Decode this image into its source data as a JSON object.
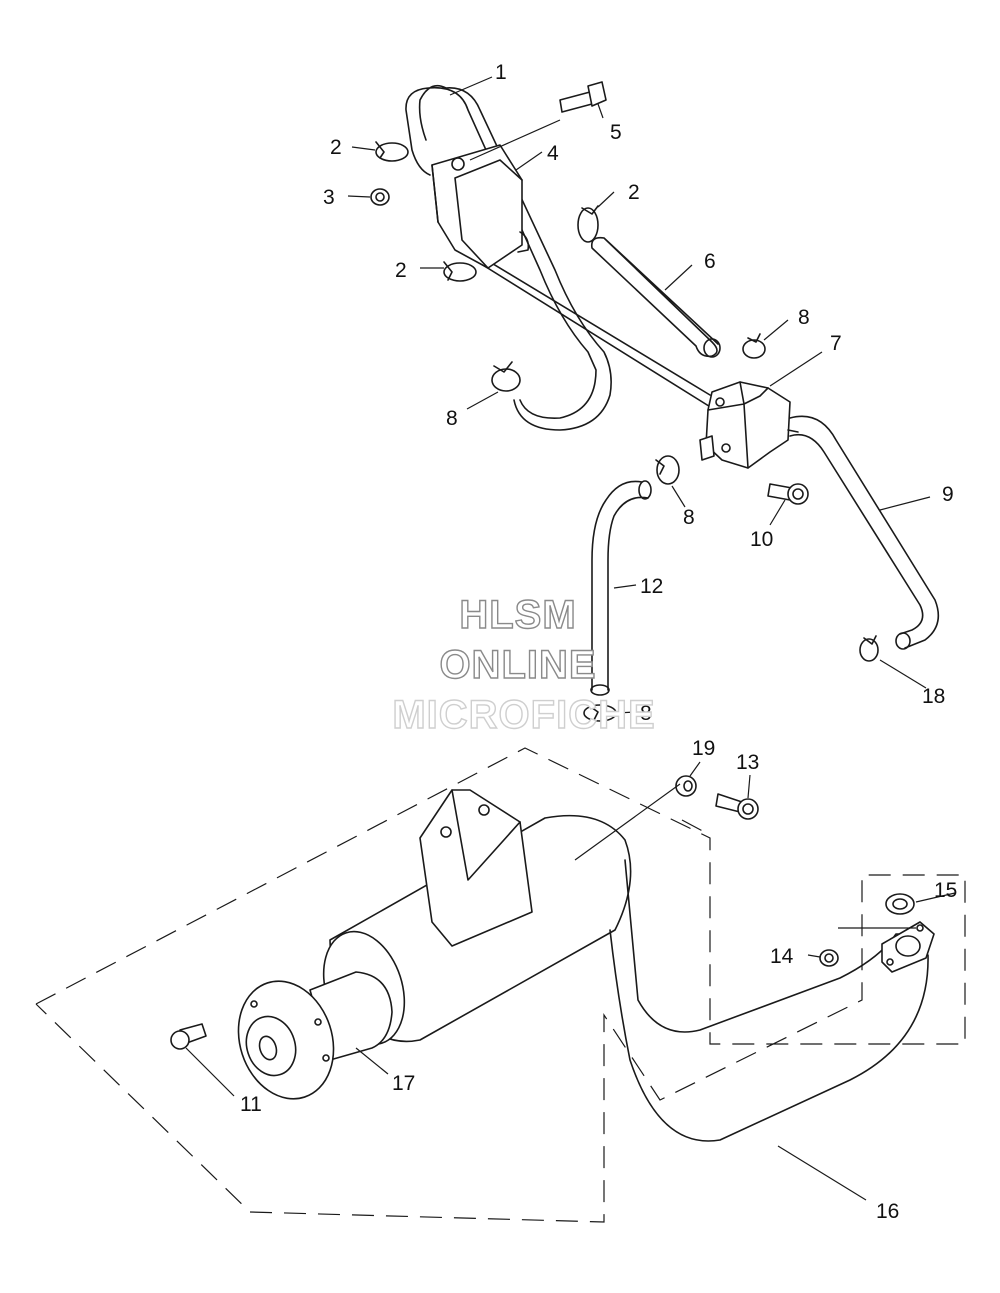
{
  "callouts": [
    "1",
    "2",
    "2",
    "2",
    "3",
    "4",
    "5",
    "6",
    "7",
    "8",
    "8",
    "8",
    "8",
    "9",
    "10",
    "11",
    "12",
    "13",
    "14",
    "15",
    "16",
    "17",
    "18",
    "19"
  ],
  "watermark": {
    "line1": "HLSM",
    "line2": "ONLINE",
    "line3": "MICROFICHE"
  },
  "colors": {
    "line": "#1a1a1a",
    "background": "#ffffff",
    "watermark": "#8a8a8a"
  }
}
